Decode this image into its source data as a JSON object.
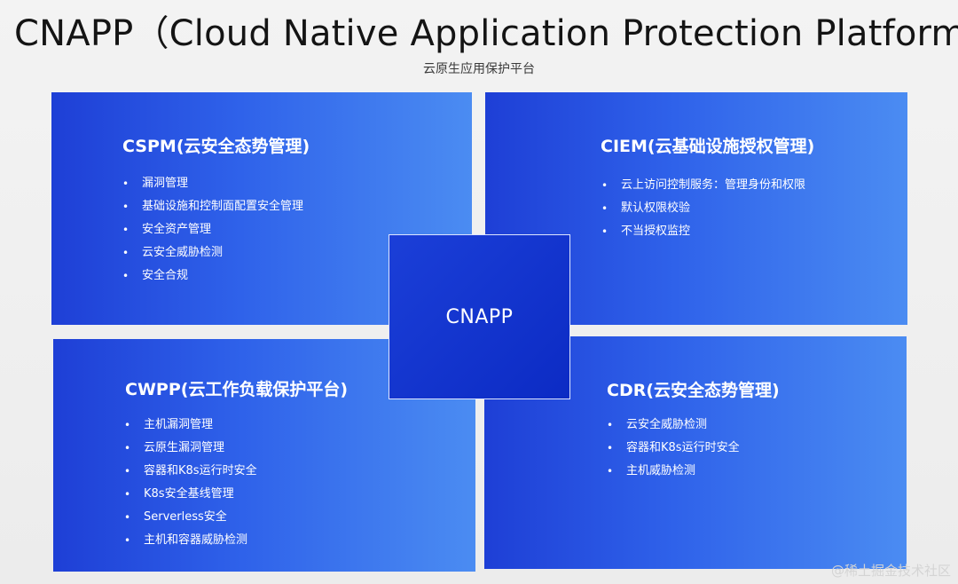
{
  "header": {
    "title": "CNAPP（Cloud Native Application Protection Platform）",
    "subtitle": "云原生应用保护平台"
  },
  "center": {
    "label": "CNAPP"
  },
  "panels": {
    "cspm": {
      "title": "CSPM(云安全态势管理)",
      "items": [
        "漏洞管理",
        "基础设施和控制面配置安全管理",
        "安全资产管理",
        "云安全威胁检测",
        "安全合规"
      ]
    },
    "ciem": {
      "title": "CIEM(云基础设施授权管理)",
      "items": [
        "云上访问控制服务：管理身份和权限",
        "默认权限校验",
        "不当授权监控"
      ]
    },
    "cwpp": {
      "title": "CWPP(云工作负载保护平台)",
      "items": [
        "主机漏洞管理",
        "云原生漏洞管理",
        "容器和K8s运行时安全",
        "K8s安全基线管理",
        "Serverless安全",
        "主机和容器威胁检测"
      ]
    },
    "cdr": {
      "title": "CDR(云安全态势管理)",
      "items": [
        "云安全威胁检测",
        "容器和K8s运行时安全",
        "主机威胁检测"
      ]
    }
  },
  "watermark": "@稀土掘金技术社区",
  "colors": {
    "panel_gradient_start": "#1e3fd6",
    "panel_gradient_end": "#4b8cf2",
    "center_fill": "#0c2bc4"
  }
}
